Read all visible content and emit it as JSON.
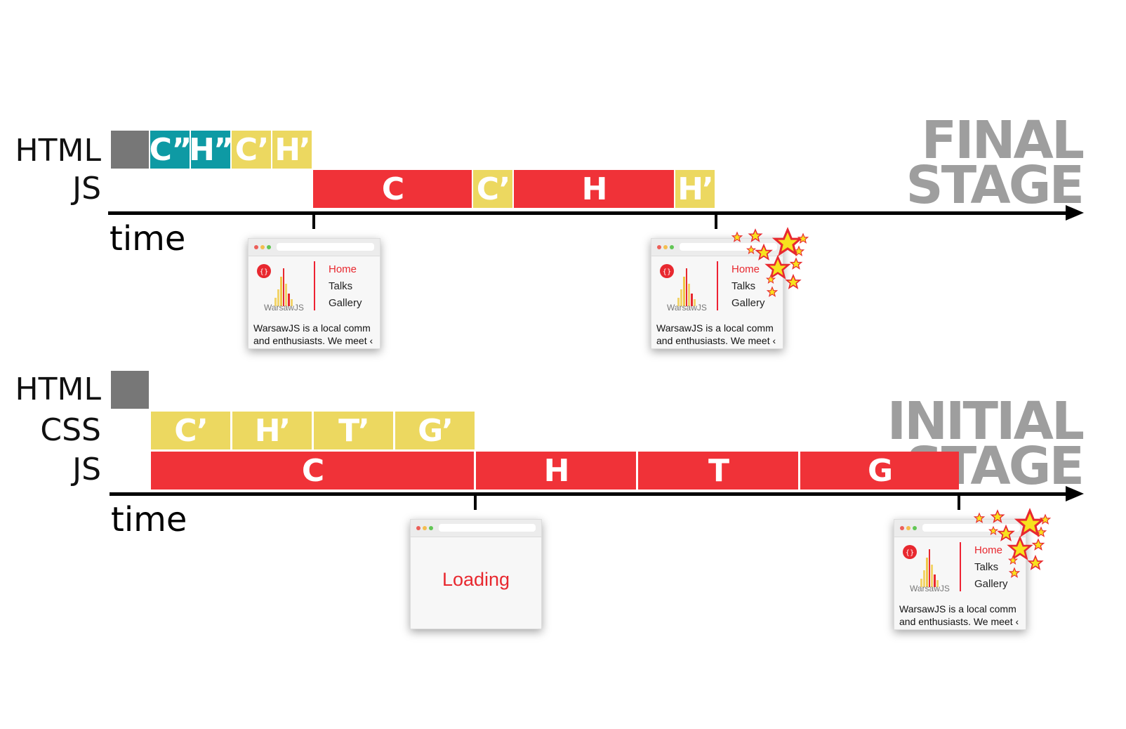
{
  "final": {
    "stage_title_1": "FINAL",
    "stage_title_2": "STAGE",
    "row_html": "HTML",
    "row_js": "JS",
    "axis_label": "time",
    "html_blocks": [
      "",
      "C”",
      "H”",
      "C’",
      "H’"
    ],
    "js_blocks": [
      "C",
      "C’",
      "H",
      "H’"
    ]
  },
  "initial": {
    "stage_title_1": "INITIAL",
    "stage_title_2": "STAGE",
    "row_html": "HTML",
    "row_css": "CSS",
    "row_js": "JS",
    "axis_label": "time",
    "css_blocks": [
      "C’",
      "H’",
      "T’",
      "G’"
    ],
    "js_blocks": [
      "C",
      "H",
      "T",
      "G"
    ]
  },
  "screenshot": {
    "logo_text": "WarsawJS",
    "nav": [
      "Home",
      "Talks",
      "Gallery"
    ],
    "desc_line1": "WarsawJS is a local comm",
    "desc_line2": "and enthusiasts. We meet ‹",
    "loading_text": "Loading"
  },
  "colors": {
    "html_block": "#777777",
    "teal": "#0e9aa4",
    "yellow": "#ecd860",
    "red": "#f03238",
    "stage_text": "#9e9e9e"
  }
}
